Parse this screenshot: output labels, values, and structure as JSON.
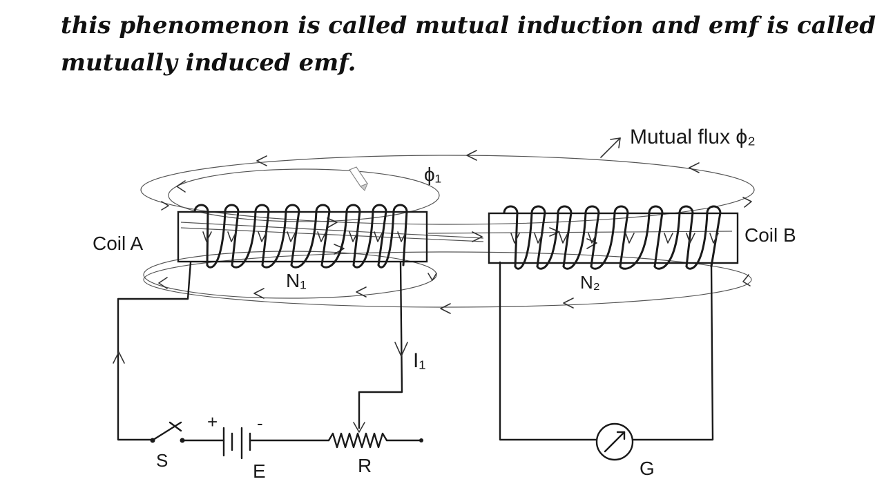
{
  "heading": {
    "line1": "this phenomenon is called mutual induction and emf is called",
    "line2": "mutually induced emf."
  },
  "diagram": {
    "labels": {
      "mutual_flux": "Mutual flux ϕ₂",
      "flux1": "ϕ₁",
      "coil_a": "Coil A",
      "coil_b": "Coil B",
      "n1": "N₁",
      "n2": "N₂",
      "current": "I₁",
      "switch": "S",
      "battery": "E",
      "resistor": "R",
      "galvanometer": "G",
      "plus": "+",
      "minus": "-"
    }
  },
  "colors": {
    "ink": "#1a1a1a",
    "background": "#ffffff"
  }
}
